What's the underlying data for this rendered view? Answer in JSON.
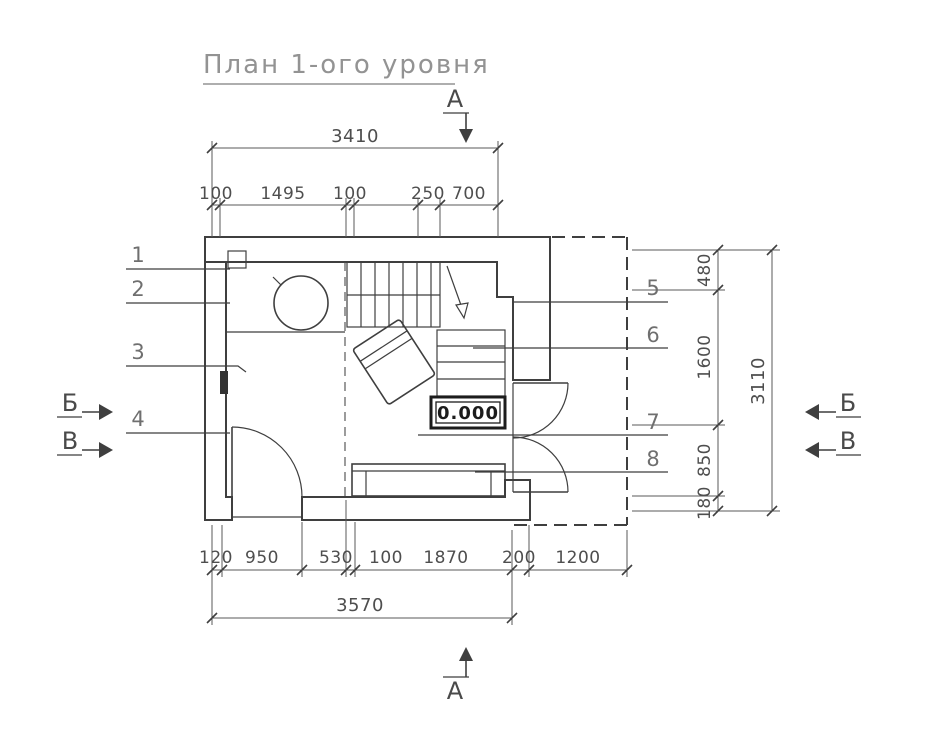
{
  "title": "План 1-ого уровня",
  "level_mark": "0.000",
  "section_marks": {
    "top": "А",
    "bottom": "А",
    "left_upper": "Б",
    "left_lower": "В",
    "right_upper": "Б",
    "right_lower": "В"
  },
  "callouts": {
    "left": [
      "1",
      "2",
      "3",
      "4"
    ],
    "right": [
      "5",
      "6",
      "7",
      "8"
    ]
  },
  "dims": {
    "top_overall": "3410",
    "top_chain": [
      "100",
      "1495",
      "100",
      "250",
      "700"
    ],
    "bottom_chain": [
      "120",
      "950",
      "530",
      "100",
      "1870",
      "200",
      "1200"
    ],
    "bottom_overall": "3570",
    "right_chain": [
      "480",
      "1600",
      "850",
      "180"
    ],
    "right_overall": "3110"
  },
  "colors": {
    "line": "#3f3f3f",
    "dim_text": "#4e4e4e",
    "callout_text": "#6f6f6f",
    "title_text": "#939393",
    "background": "#ffffff"
  }
}
